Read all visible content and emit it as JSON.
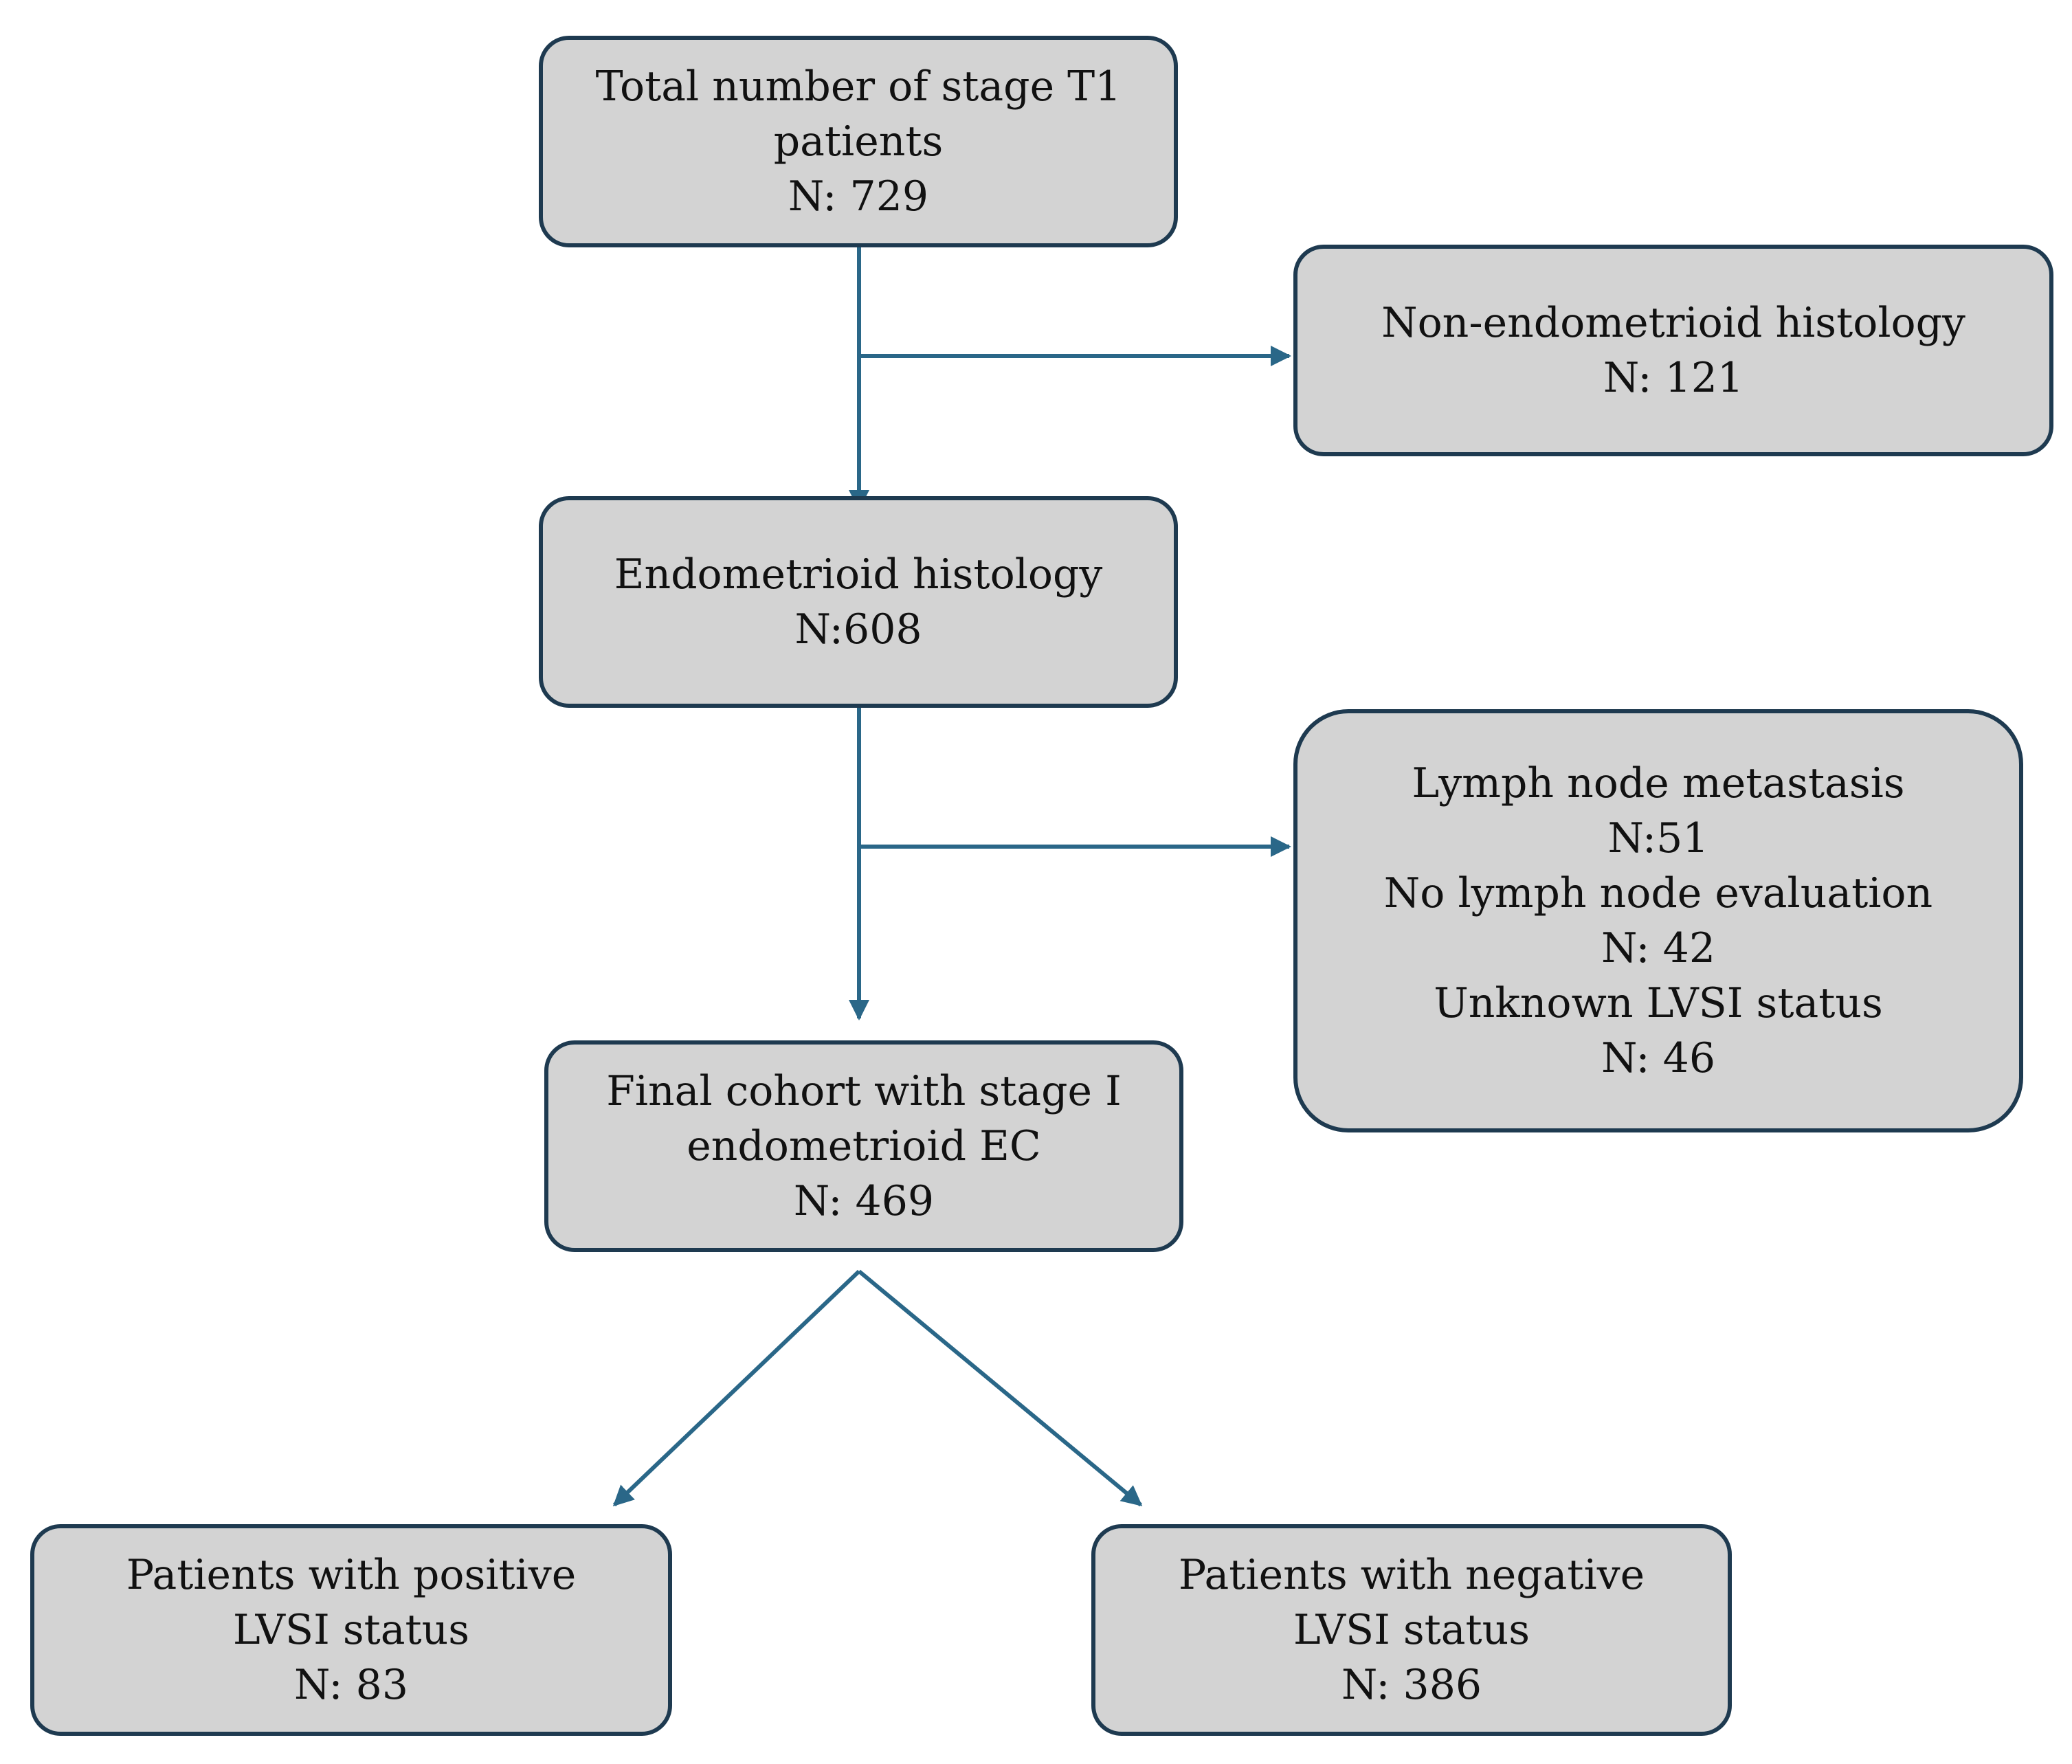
{
  "colors": {
    "box_fill": "#d3d3d3",
    "box_border": "#1e3a50",
    "arrow": "#2a6788",
    "text": "#111111"
  },
  "boxes": {
    "total": {
      "lines": [
        "Total number of stage T1",
        "patients",
        "N: 729"
      ]
    },
    "non_endometrioid": {
      "lines": [
        "Non-endometrioid histology",
        "N: 121"
      ]
    },
    "endometrioid": {
      "lines": [
        "Endometrioid histology",
        "N:608"
      ]
    },
    "excluded": {
      "lines": [
        "Lymph node metastasis",
        "N:51",
        "No lymph node evaluation",
        "N: 42",
        "Unknown LVSI status",
        "N: 46"
      ]
    },
    "final_cohort": {
      "lines": [
        "Final cohort with stage I",
        "endometrioid EC",
        "N: 469"
      ]
    },
    "positive": {
      "lines": [
        "Patients with positive",
        "LVSI status",
        "N: 83"
      ]
    },
    "negative": {
      "lines": [
        "Patients with negative",
        "LVSI status",
        "N: 386"
      ]
    }
  }
}
